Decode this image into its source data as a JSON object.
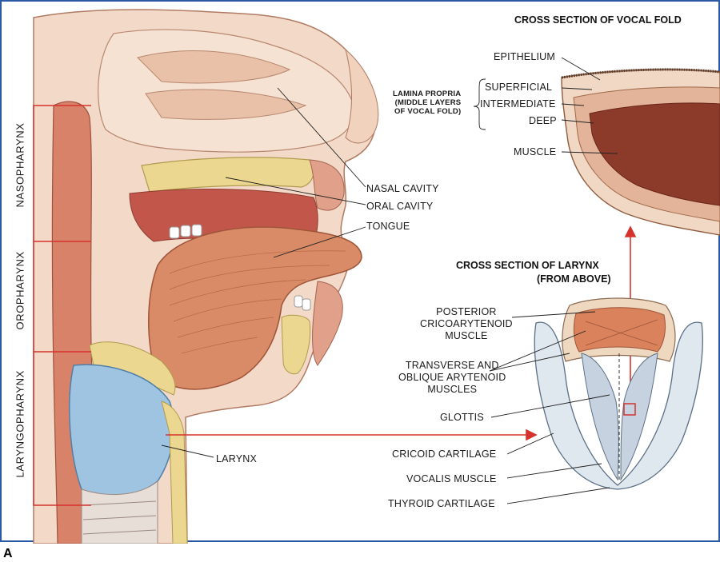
{
  "headings": {
    "vocal_fold": "CROSS  SECTION  OF VOCAL FOLD",
    "larynx_line1": "CROSS  SECTION  OF LARYNX",
    "larynx_line2": "(FROM ABOVE)"
  },
  "regions": {
    "nasopharynx": "NASOPHARYNX",
    "oropharynx": "OROPHARYNX",
    "laryngopharynx": "LARYNGOPHARYNX"
  },
  "head_labels": {
    "nasal_cavity": "NASAL CAVITY",
    "oral_cavity": "ORAL CAVITY",
    "tongue": "TONGUE",
    "larynx": "LARYNX"
  },
  "vocal_fold_labels": {
    "epithelium": "EPITHELIUM",
    "lamina_propria": "LAMINA PROPRIA\n(MIDDLE LAYERS\nOF VOCAL FOLD)",
    "superficial": "SUPERFICIAL",
    "intermediate": "INTERMEDIATE",
    "deep": "DEEP",
    "muscle": "MUSCLE"
  },
  "larynx_labels": {
    "posterior_cricoarytenoid": "POSTERIOR\nCRICOARYTENOID\nMUSCLE",
    "transverse_oblique": "TRANSVERSE AND\nOBLIQUE ARYTENOID\nMUSCLES",
    "glottis": "GLOTTIS",
    "cricoid": "CRICOID CARTILAGE",
    "vocalis": "VOCALIS MUSCLE",
    "thyroid": "THYROID CARTILAGE"
  },
  "figure_label": "A",
  "colors": {
    "border": "#2a5aa6",
    "arrow": "#d6322c",
    "bracket": "#d6322c",
    "muscle": "#d9825c",
    "tissue": "#e7b79c",
    "cartilage": "#9fc4e2",
    "bone": "#ecd790"
  }
}
